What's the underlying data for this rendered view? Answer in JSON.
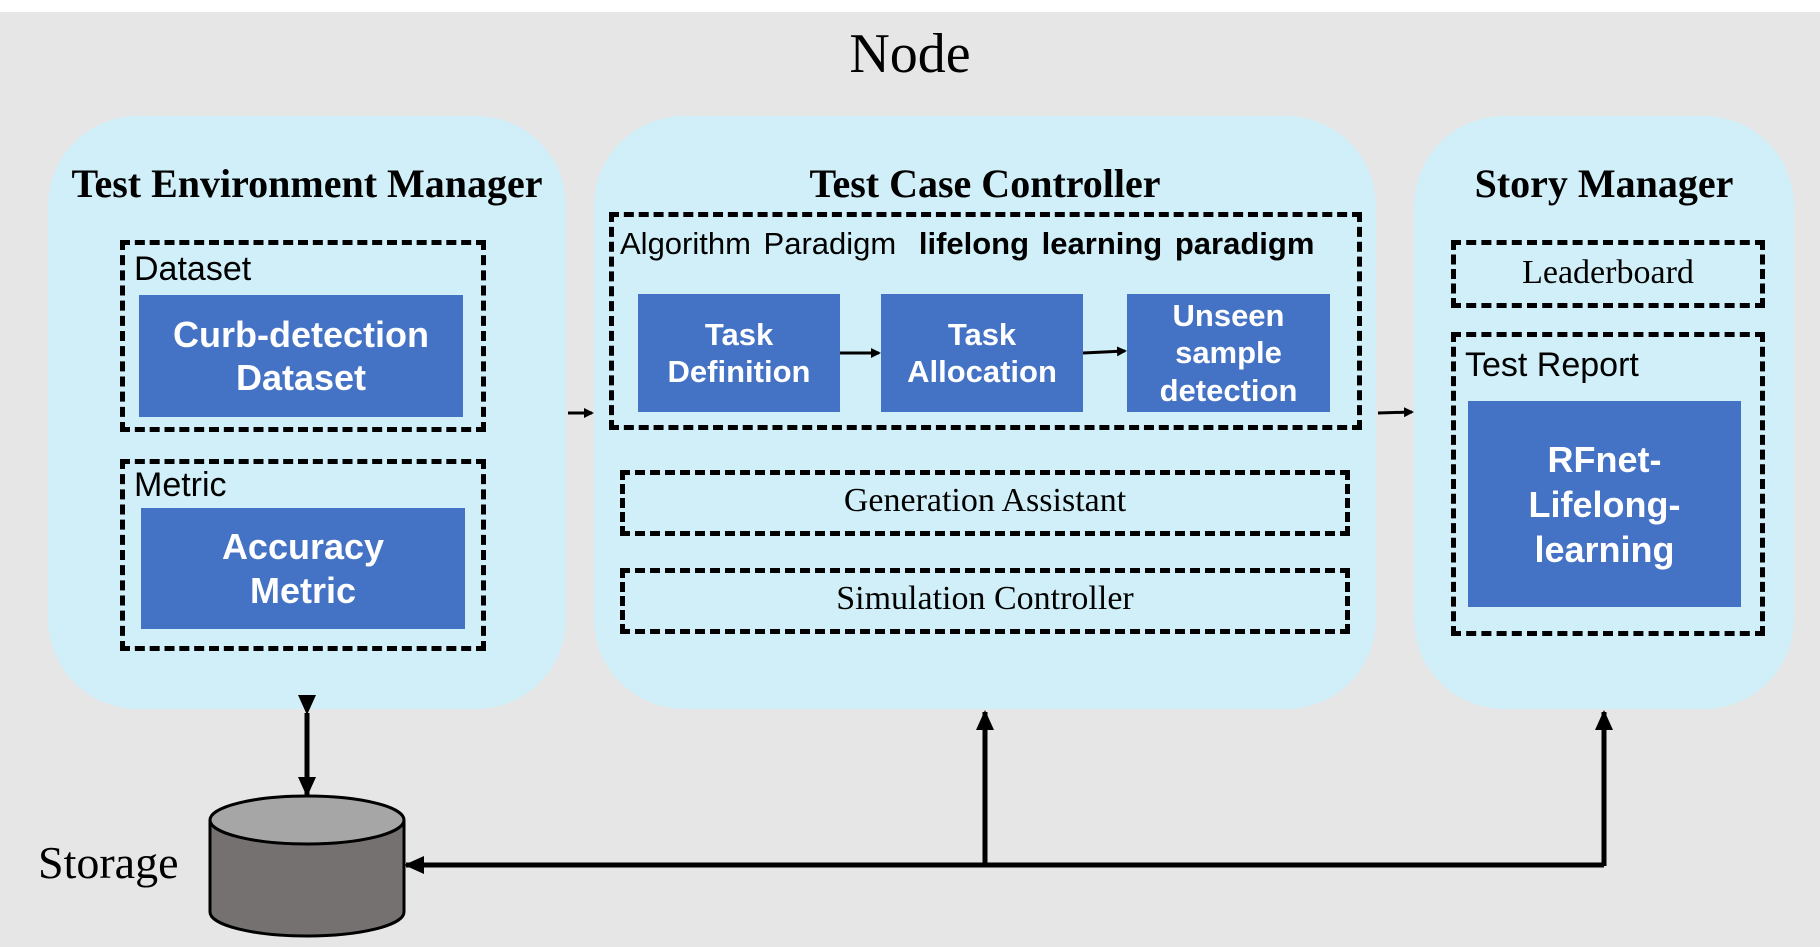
{
  "node_title": "Node",
  "test_env_manager": {
    "title": "Test Environment Manager",
    "dataset_label": "Dataset",
    "dataset_box": "Curb-detection Dataset",
    "metric_label": "Metric",
    "metric_box": "Accuracy Metric"
  },
  "test_case_controller": {
    "title": "Test Case Controller",
    "paradigm_prefix": "Algorithm Paradigm",
    "paradigm_name": "lifelong learning paradigm",
    "steps": [
      "Task Definition",
      "Task Allocation",
      "Unseen sample detection"
    ],
    "generation_assistant": "Generation Assistant",
    "simulation_controller": "Simulation Controller"
  },
  "story_manager": {
    "title": "Story Manager",
    "leaderboard": "Leaderboard",
    "test_report_label": "Test Report",
    "report_box": "RFnet-Lifelong-learning"
  },
  "storage": {
    "label": "Storage"
  },
  "colors": {
    "background": "#e6e6e6",
    "panel": "#d0eff8",
    "box": "#4472c4",
    "storage": "#767171"
  }
}
